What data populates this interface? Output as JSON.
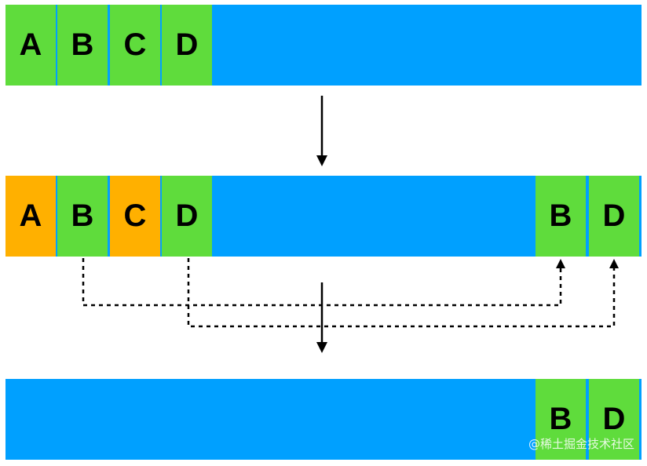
{
  "colors": {
    "memory": "#00a0ff",
    "live": "#5fdc3c",
    "garbage": "#ffb000",
    "arrow": "#000000"
  },
  "row1": {
    "left_blocks": [
      "A",
      "B",
      "C",
      "D"
    ],
    "left_states": [
      "live",
      "live",
      "live",
      "live"
    ]
  },
  "row2": {
    "left_blocks": [
      "A",
      "B",
      "C",
      "D"
    ],
    "left_states": [
      "garbage",
      "live",
      "garbage",
      "live"
    ],
    "right_blocks": [
      "B",
      "D"
    ]
  },
  "row3": {
    "right_blocks": [
      "B",
      "D"
    ]
  },
  "watermark": "@稀土掘金技术社区"
}
